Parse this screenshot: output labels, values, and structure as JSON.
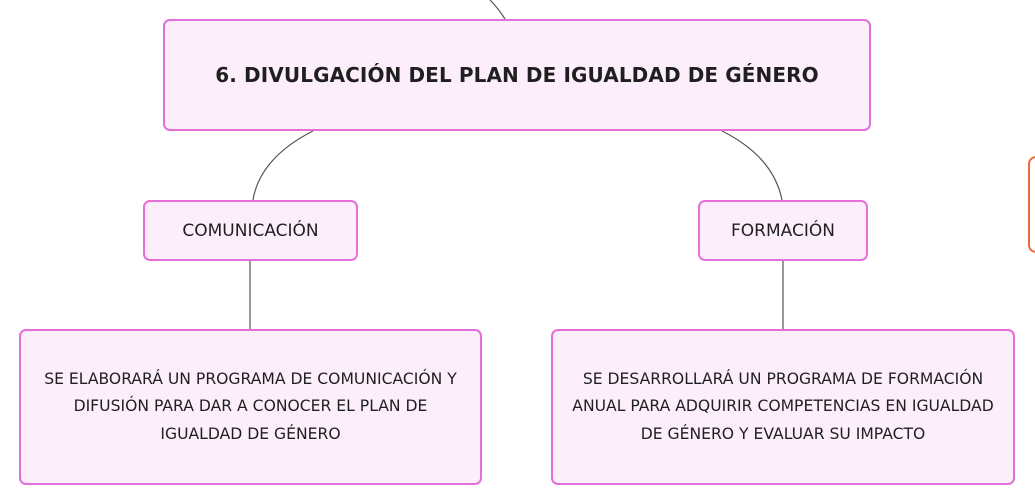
{
  "diagram": {
    "title": "6. DIVULGACIÓN DEL PLAN DE IGUALDAD DE GÉNERO",
    "branches": [
      {
        "label": "COMUNICACIÓN",
        "description": "SE ELABORARÁ UN PROGRAMA DE COMUNICACIÓN Y DIFUSIÓN PARA DAR A CONOCER EL PLAN DE IGUALDAD DE GÉNERO"
      },
      {
        "label": "FORMACIÓN",
        "description": "SE DESARROLLARÁ UN PROGRAMA DE FORMACIÓN ANUAL PARA ADQUIRIR COMPETENCIAS EN IGUALDAD DE GÉNERO Y EVALUAR SU IMPACTO"
      }
    ],
    "colors": {
      "node_border": "#e56fd9",
      "node_fill": "#fdeefb",
      "connector": "#555555",
      "offscreen_node_border": "#ef6a3a"
    }
  }
}
